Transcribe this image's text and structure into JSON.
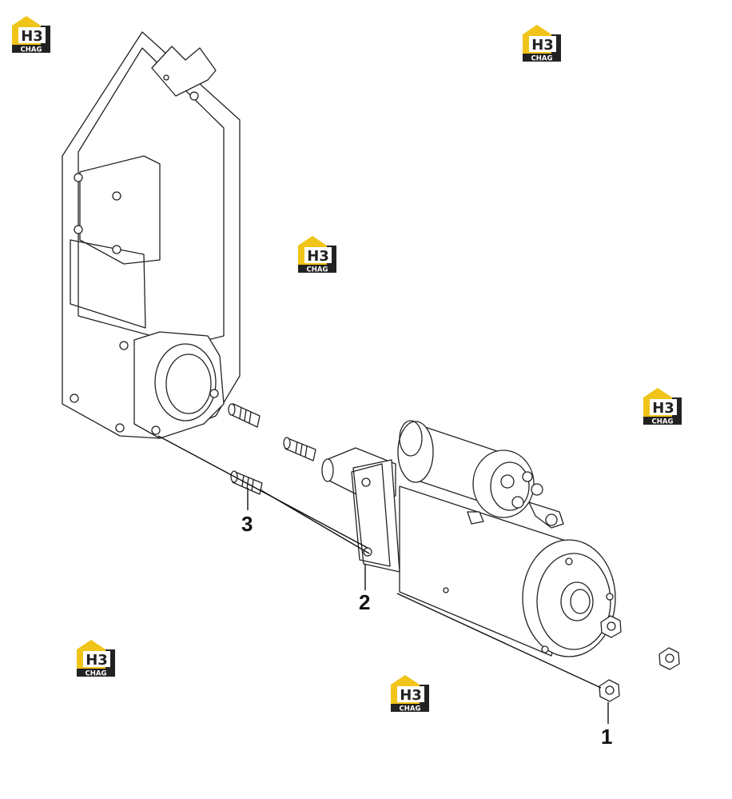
{
  "watermark": {
    "mark": "H3",
    "caption": "CHAG",
    "colors": {
      "gold": "#f0c419",
      "dark": "#222222"
    }
  },
  "callouts": [
    {
      "id": "1",
      "label": "1"
    },
    {
      "id": "2",
      "label": "2"
    },
    {
      "id": "3",
      "label": "3"
    }
  ],
  "icons": [
    "h3-logo-icon"
  ]
}
